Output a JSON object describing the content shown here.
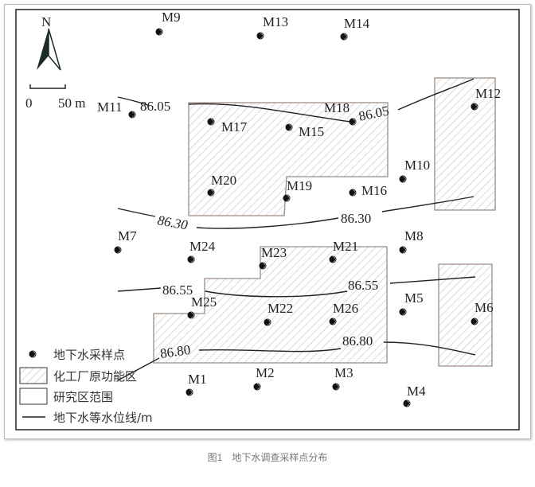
{
  "compass_label": "N",
  "scale": {
    "start": "0",
    "end": "50 m"
  },
  "points": [
    "M1",
    "M2",
    "M3",
    "M4",
    "M5",
    "M6",
    "M7",
    "M8",
    "M9",
    "M10",
    "M11",
    "M12",
    "M13",
    "M14",
    "M15",
    "M16",
    "M17",
    "M18",
    "M19",
    "M20",
    "M21",
    "M22",
    "M23",
    "M24",
    "M25",
    "M26"
  ],
  "contours": [
    "86.05",
    "86.30",
    "86.55",
    "86.80"
  ],
  "legend": {
    "sample_point": "地下水采样点",
    "plant_zone": "化工厂原功能区",
    "study_area": "研究区范围",
    "contour": "地下水等水位线/m"
  },
  "caption": "图1　地下水调查采样点分布",
  "colors": {
    "zone_border": "#9a8a84",
    "hatch": "#c8c8c8",
    "line": "#222222"
  }
}
